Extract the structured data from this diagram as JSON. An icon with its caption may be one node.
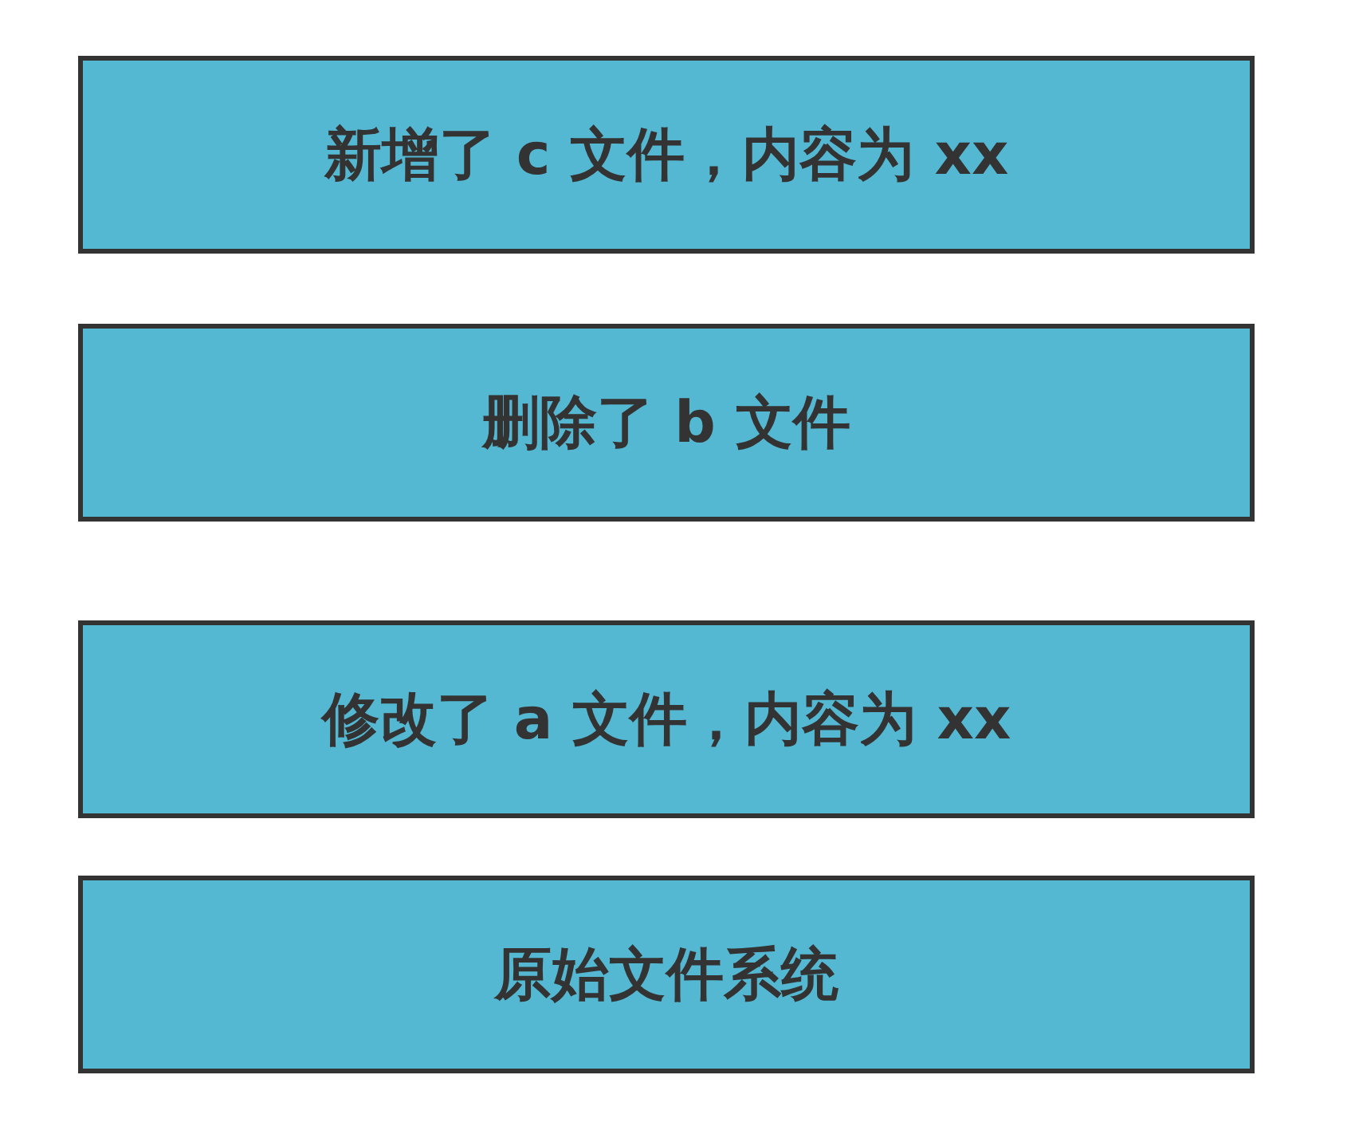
{
  "diagram": {
    "nodes": [
      {
        "text": [
          "新增了 c 文件，内容为 xx"
        ]
      },
      {
        "text": [
          "删除了 b 文件"
        ]
      },
      {
        "text": [
          "修改了 a 文件，内容为 xx"
        ]
      },
      {
        "text": [
          "原始文件系统"
        ]
      }
    ]
  }
}
